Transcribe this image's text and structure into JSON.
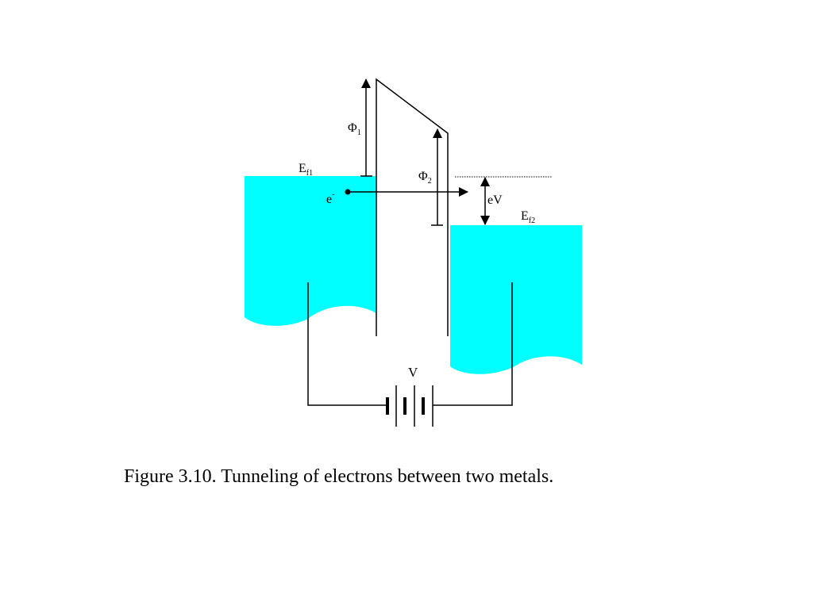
{
  "diagram": {
    "labels": {
      "phi1": {
        "main": "Φ",
        "sub": "1"
      },
      "phi2": {
        "main": "Φ",
        "sub": "2"
      },
      "ef1": {
        "main": "E",
        "sub": "f1"
      },
      "ef2": {
        "main": "E",
        "sub": "f2"
      },
      "electron": {
        "main": "e",
        "sup": "-"
      },
      "ev": "eV",
      "voltage": "V"
    },
    "colors": {
      "metal_fill": "#00ffff",
      "line": "#000000"
    }
  },
  "caption": "Figure 3.10.  Tunneling of electrons between two metals."
}
